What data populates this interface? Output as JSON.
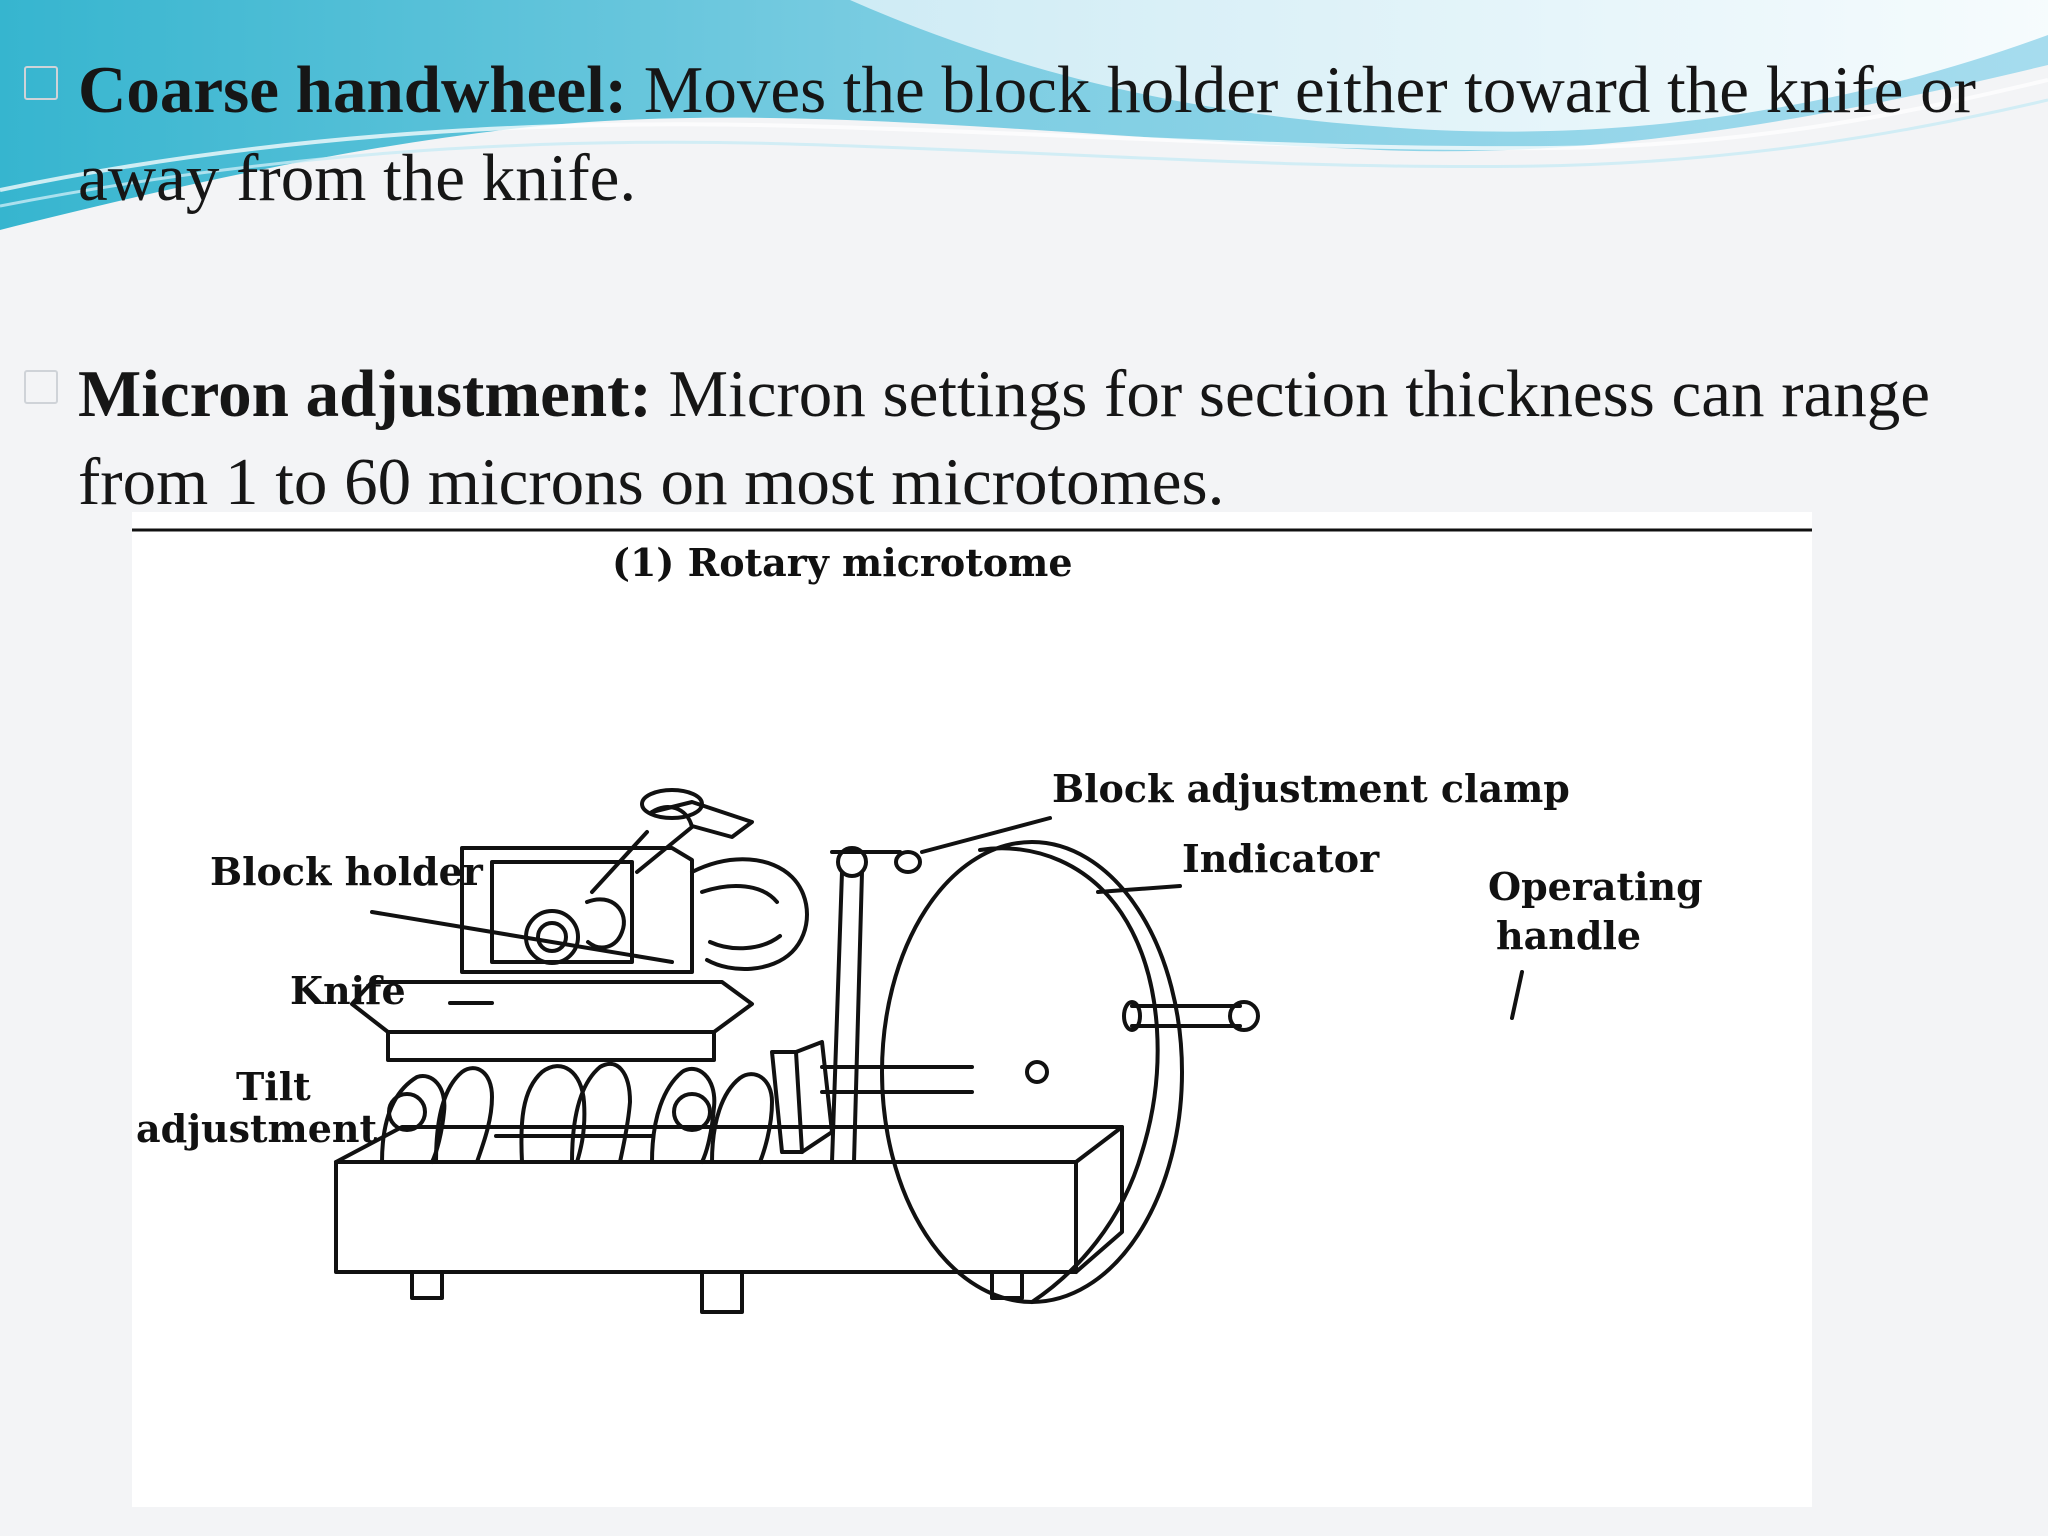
{
  "slide": {
    "bullets": [
      {
        "term": "Coarse handwheel:",
        "description": " Moves the block holder either toward the knife or away from the knife."
      },
      {
        "term": "Micron adjustment:",
        "description": " Micron settings for section thickness can range from 1 to 60 microns on most microtomes."
      }
    ],
    "accent_colors": {
      "teal": "#3fb7d3",
      "light_blue": "#8dd3e8",
      "pale_blue": "#d9f0f8"
    }
  },
  "figure": {
    "caption": "(1) Rotary microtome",
    "labels": {
      "block_adjustment_clamp": "Block adjustment clamp",
      "block_holder": "Block holder",
      "indicator": "Indicator",
      "operating_handle_line1": "Operating",
      "operating_handle_line2": "handle",
      "knife": "Knife",
      "tilt_adjustment_line1": "Tilt",
      "tilt_adjustment_line2": "adjustment"
    }
  }
}
